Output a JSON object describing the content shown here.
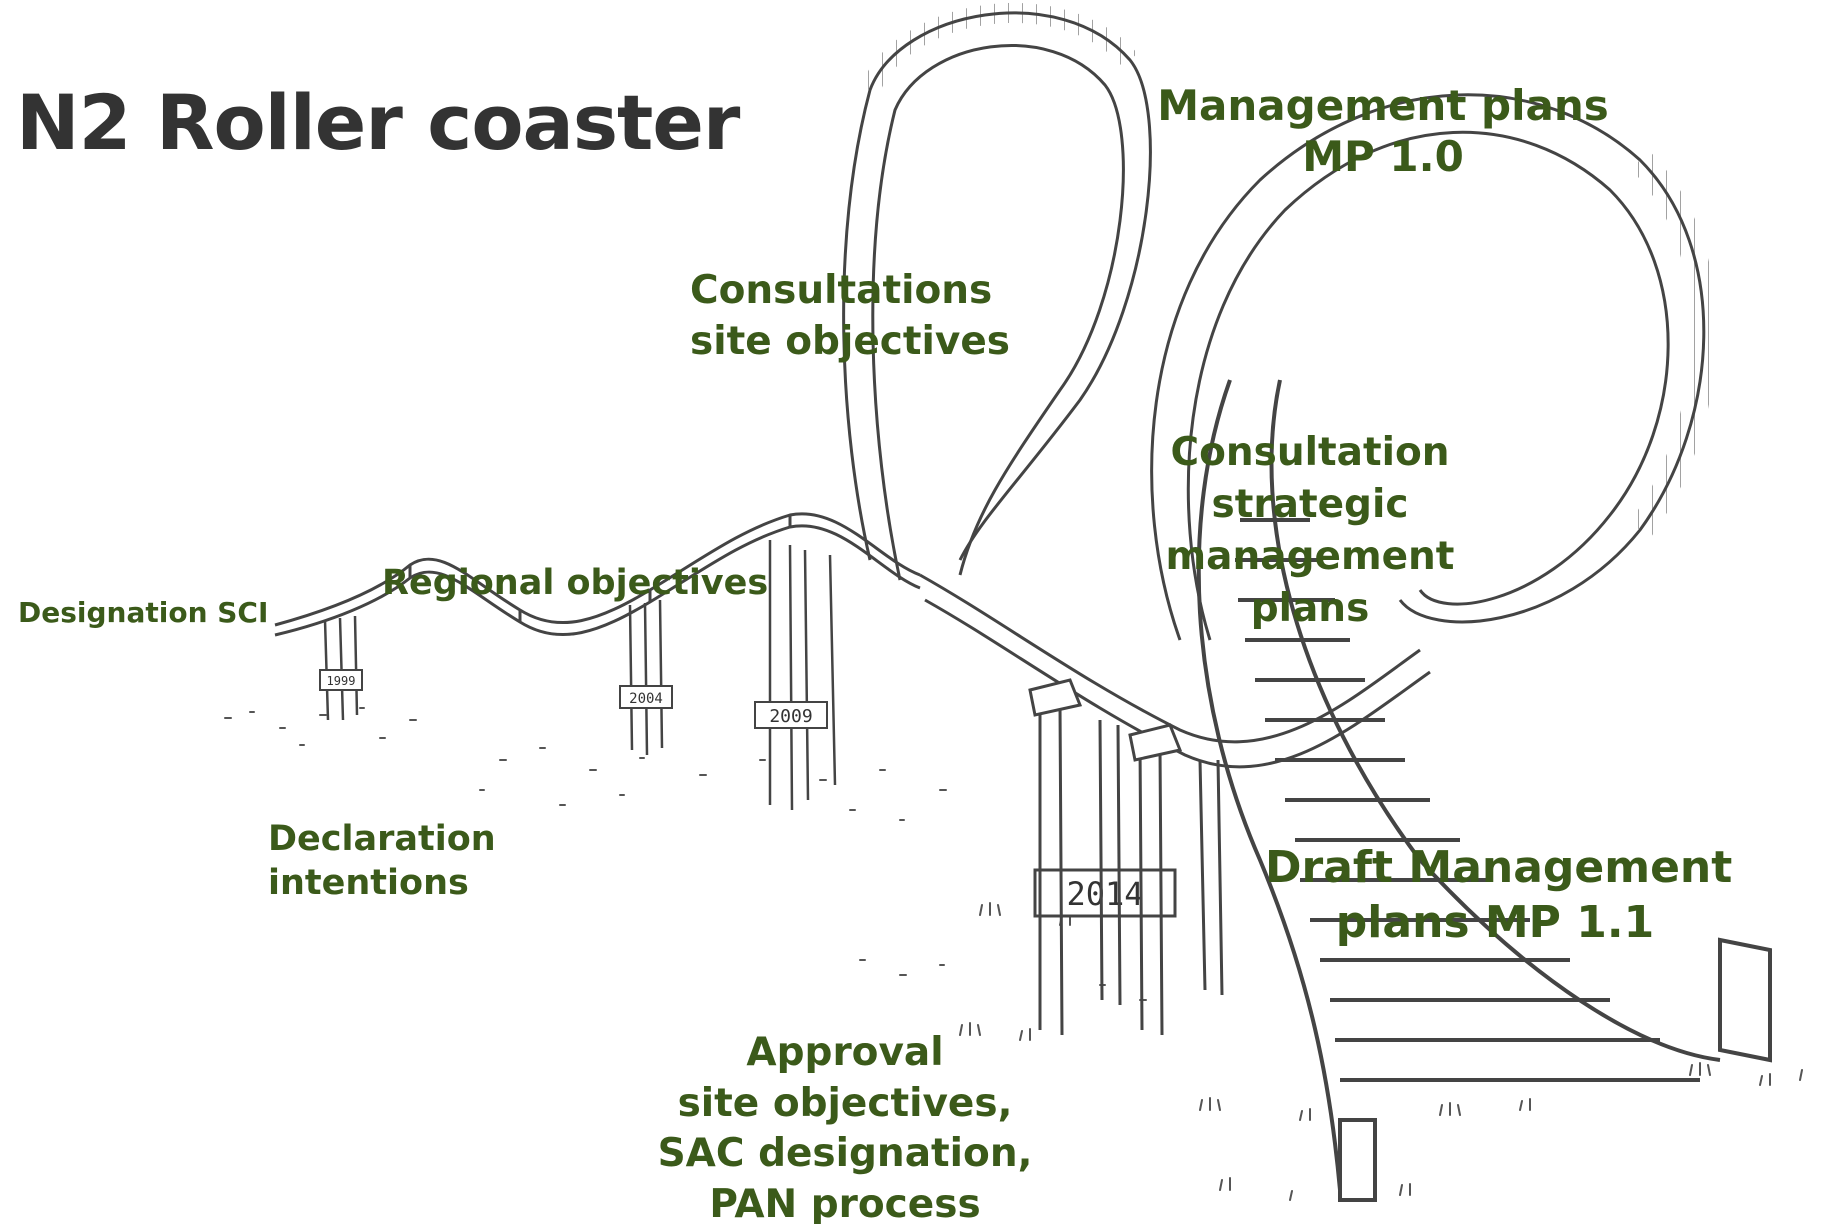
{
  "title": "N2 Roller coaster",
  "label_color": "#3b5a1a",
  "title_color": "#333333",
  "milestones": {
    "designation_sci": "Designation SCI",
    "regional_objectives": "Regional objectives",
    "declaration_intentions": [
      "Declaration",
      "intentions"
    ],
    "consultations_site_objectives": [
      "Consultations",
      "site objectives"
    ],
    "management_plans": [
      "Management plans",
      "MP 1.0"
    ],
    "consultation_strategic": [
      "Consultation",
      "strategic",
      "management",
      "plans"
    ],
    "draft_management_plans": [
      "Draft Management",
      "plans MP 1.1"
    ],
    "approval": [
      "Approval",
      "site objectives,",
      "SAC designation,",
      "PAN process"
    ]
  },
  "year_signs": [
    "1999",
    "2004",
    "2009",
    "2014"
  ]
}
